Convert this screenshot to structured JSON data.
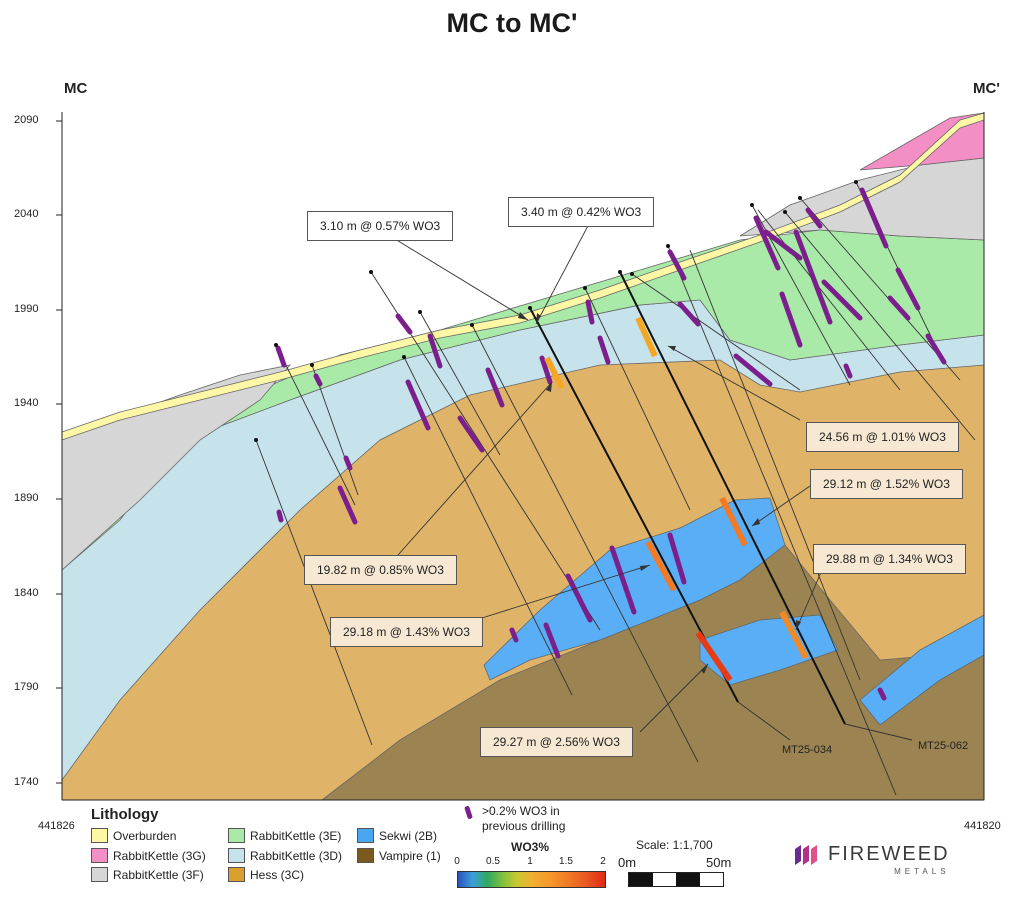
{
  "title": "MC to MC'",
  "section": {
    "start_label": "MC",
    "end_label": "MC'"
  },
  "elevations": [
    "2090",
    "2040",
    "1990",
    "1940",
    "1890",
    "1840",
    "1790",
    "1740"
  ],
  "eastings": {
    "left": "441826",
    "right": "441820"
  },
  "intercepts": [
    "3.10 m @ 0.57% WO3",
    "3.40 m @ 0.42% WO3",
    "24.56 m @ 1.01% WO3",
    "29.12 m @ 1.52% WO3",
    "29.88 m @ 1.34% WO3",
    "19.82 m @ 0.85% WO3",
    "29.18 m @ 1.43% WO3",
    "29.27 m @ 2.56% WO3"
  ],
  "holes": [
    "MT25-034",
    "MT25-062"
  ],
  "legend": {
    "title": "Lithology",
    "items": [
      {
        "label": "Overburden",
        "color": "#fdf7a6"
      },
      {
        "label": "RabbitKettle (3G)",
        "color": "#f48fc6"
      },
      {
        "label": "RabbitKettle (3F)",
        "color": "#d6d6d6"
      },
      {
        "label": "RabbitKettle (3E)",
        "color": "#a9eaa9"
      },
      {
        "label": "RabbitKettle (3D)",
        "color": "#c6e3ec"
      },
      {
        "label": "Hess (3C)",
        "color": "#d9a030"
      },
      {
        "label": "Sekwi (2B)",
        "color": "#4ba6f2"
      },
      {
        "label": "Vampire (1)",
        "color": "#7a5a1e"
      }
    ],
    "previous_drilling_note": ">0.2% WO3 in previous drilling",
    "previous_drilling_color": "#7b1f8c"
  },
  "wo3_scale": {
    "title": "WO3%",
    "ticks": [
      "0",
      "0.5",
      "1",
      "1.5",
      "2"
    ]
  },
  "scale": {
    "text": "Scale: 1:1,700",
    "start": "0m",
    "end": "50m"
  },
  "logo": {
    "name": "FIREWEED",
    "sub": "METALS"
  },
  "colors": {
    "overburden": "#fdf7a6",
    "rk3g": "#f48fc6",
    "rk3f": "#d6d6d6",
    "rk3e": "#a9eaa9",
    "rk3d": "#c6e3ec",
    "hess": "#e0b468",
    "sekwi": "#5aaef5",
    "vampire": "#9c8452",
    "prev_drilling": "#7b1f8c",
    "mineralized_orange": "#f5a623",
    "mineralized_red": "#e63b14"
  }
}
